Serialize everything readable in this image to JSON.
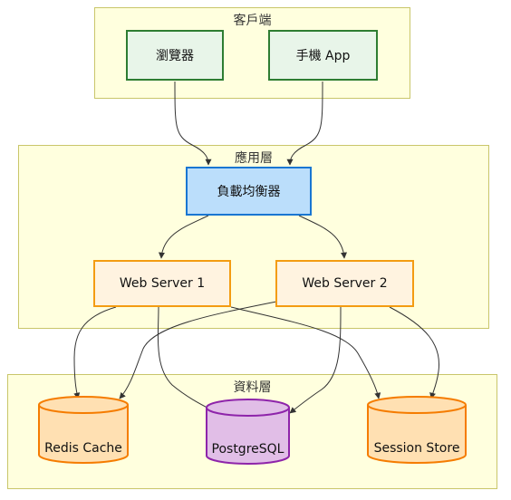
{
  "clusters": {
    "client": {
      "title": "客戶端"
    },
    "app": {
      "title": "應用層"
    },
    "data": {
      "title": "資料層"
    }
  },
  "nodes": {
    "browser": "瀏覽器",
    "mobile": "手機 App",
    "lb": "負載均衡器",
    "web1": "Web Server 1",
    "web2": "Web Server 2",
    "redis": "Redis Cache",
    "postgres": "PostgreSQL",
    "session": "Session Store"
  },
  "colors": {
    "client_border": "#2e7d32",
    "lb_border": "#1976d2",
    "web_border": "#f39c12",
    "redis_border": "#f57c00",
    "postgres_border": "#8e24aa",
    "session_border": "#f57c00"
  }
}
